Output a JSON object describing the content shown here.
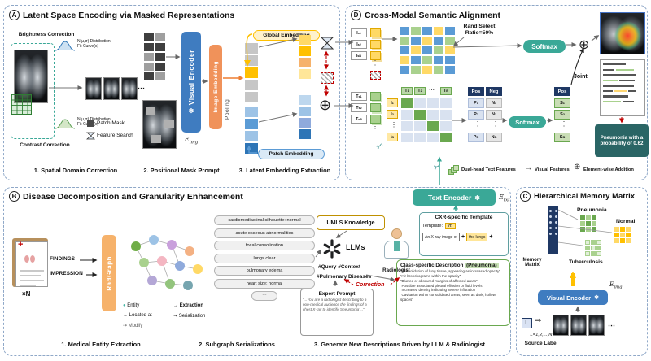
{
  "icons": {
    "snowflake": "❄",
    "oplus": "⊕",
    "scissors": "✂",
    "arrow_right": "→",
    "modify_arrow": "⇢",
    "squiggle_arrow": "⇝",
    "entity_dot": "●",
    "big_arrow": "⇒",
    "vdots": "⋮",
    "hdots": "⋯"
  },
  "panelA": {
    "badge": "A",
    "title": "Latent Space Encoding via Masked Representations",
    "brightness": "Brightness Correction",
    "contrast": "Contrast Correction",
    "dist_top1": "N(μ,σ) Distribution",
    "dist_top2": "Fit Curve(s)",
    "dist_bot1": "N(μ,σ) Distribution",
    "dist_bot2": "Fit Curve(s)",
    "patch_mask": "Patch Mask",
    "feature_search": "Feature Search",
    "visual_encoder": "Visual Encoder",
    "e_img": "E_img",
    "image_embedding": "Image Embedding",
    "pooling": "Pooling",
    "global_embedding": "Global Embedding",
    "patch_embedding": "Patch Embedding",
    "captions": [
      "1. Spatial Domain Correction",
      "2. Positional Mask Prompt",
      "3. Latent Embedding Extraction"
    ]
  },
  "panelD": {
    "badge": "D",
    "title": "Cross-Modal Semantic Alignment",
    "rand1": "Rand Select",
    "rand2": "Ratio=50%",
    "softmax": "Softmax",
    "img_labels": [
      "I_s^1",
      "I_s^2",
      "I_s^B"
    ],
    "txt_labels": [
      "T_s^1",
      "T_s^2",
      "T_s^B"
    ],
    "sim_cols": [
      "T_1",
      "T_2",
      "T_B"
    ],
    "sim_rows": [
      "I_1",
      "I_2",
      "I_B"
    ],
    "pos": "Pos",
    "neg": "Neg",
    "p_cells": [
      "P_1",
      "P_2",
      "P_B"
    ],
    "n_cells": [
      "N_1",
      "N_2",
      "N_B"
    ],
    "s_cells": [
      "S_1",
      "S_2",
      "S_B"
    ],
    "joint": "Joint",
    "result": "Pneumonia with a probability of 0.62",
    "legend_text": "Dual-head Text Features",
    "legend_visual": "Visual Features",
    "legend_add": "Element-wise Addition"
  },
  "panelB": {
    "badge": "B",
    "title": "Disease Decomposition and Granularity Enhancement",
    "findings": "FINDINGS",
    "impression": "IMPRESSION",
    "xn": "×N",
    "radgraph": "RadGraph",
    "legend": {
      "entity": "Entity",
      "located": "Located at",
      "modify": "Modify",
      "extraction": "Extraction",
      "serialization": "Serialization"
    },
    "pills": [
      "cardiomediastinal silhouette: normal",
      "acute osseous abnormalities",
      "focal consolidation",
      "lungs clear",
      "pulmonary edema",
      "heart size: normal"
    ],
    "umls": "UMLS Knowledge",
    "llms": "LLMs",
    "tags1": "#Query #Context",
    "tags2": "#Pulmonary Diseases",
    "expert_title": "Expert Prompt",
    "expert_text": "“...You are a radiologist describing to a non-medical audience the findings of a chest X-ray to identify ‘pneumonia’...”",
    "radiologist": "Radiologist",
    "correction": "Correction",
    "template_title": "CXR-specific Template",
    "template_label": "Template:",
    "template_m": "m",
    "chip1": "An X-ray image of",
    "plus": "+",
    "chip2": "the lungs",
    "class_title": "Class-specific Description",
    "class_disease": "(Pneumonia)",
    "class_items": [
      "“Consolidation of lung tissue, appearing as increased opacity”",
      "“Air bronchograms within the opacity”",
      "“Blurred or obscured margins of affected areas”",
      "“Possible associated pleural effusion or fluid levels”",
      "“Increased density indicating severe infiltration”",
      "“Cavitation within consolidated areas, seen as dark, hollow spaces”"
    ],
    "text_encoder": "Text Encoder",
    "e_txt": "E_txt",
    "captions": [
      "1. Medical Entity Extraction",
      "2. Subgraph Serializations",
      "3. Generate New Descriptions Driven by LLM & Radiologist"
    ]
  },
  "panelC": {
    "badge": "C",
    "title": "Hierarchical Memory Matrix",
    "pneumonia": "Pneumonia",
    "normal": "Normal",
    "tuberculosis": "Tuberculosis",
    "memory_matrix": "Memory Matrix",
    "visual_encoder": "Visual Encoder",
    "e_img": "E_img",
    "l": "L",
    "l_range": "L=1,2,...,N",
    "source_label": "Source Label"
  }
}
